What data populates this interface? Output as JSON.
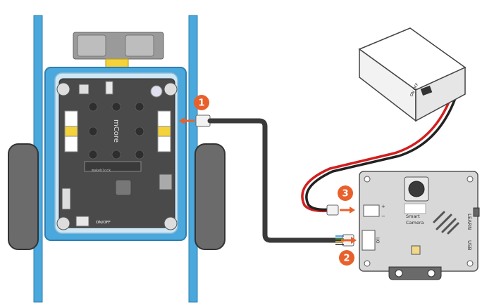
{
  "robot": {
    "board_text": "mCore",
    "power_label": "ON/OFF",
    "silk_label": "makeblock"
  },
  "battery": {
    "switch_label": "ON OFF"
  },
  "camera": {
    "name_line1": "Smart",
    "name_line2": "Camera",
    "learn_label": "LEARN",
    "usb_label": "USB",
    "io_label": "I/O",
    "plus_label": "+",
    "minus_label": "−"
  },
  "steps": [
    {
      "number": "1"
    },
    {
      "number": "2"
    },
    {
      "number": "3"
    }
  ],
  "colors": {
    "chassis_blue": "#4aa8dd",
    "board_dark": "#4a4a4a",
    "step_orange": "#e8612c",
    "cable_black": "#3a3a3a",
    "cable_red": "#d21f1f",
    "camera_gray": "#d8d8d8"
  }
}
